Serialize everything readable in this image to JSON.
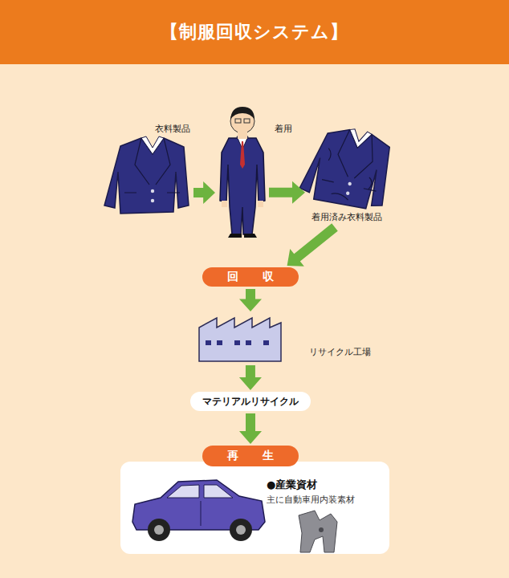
{
  "diagram": {
    "title": "【制服回収システム】",
    "nodes": [
      {
        "text": [
          "衣料製品"
        ]
      },
      {
        "text": [
          "着用"
        ]
      },
      {
        "text": [
          "着用済み衣料製品"
        ]
      },
      {
        "text": [
          "回収"
        ]
      },
      {
        "text": [
          "リサイクル工場"
        ]
      },
      {
        "text": [
          "マテリアルリサイクル"
        ]
      },
      {
        "text": [
          "再生"
        ]
      },
      {
        "text": [
          "●産業資材",
          "主に自動車用内装素材"
        ]
      }
    ],
    "edges": [
      {
        "from": 0,
        "to": 1,
        "arrow": "to"
      },
      {
        "from": 1,
        "to": 2,
        "arrow": "to"
      },
      {
        "from": 2,
        "to": 3,
        "arrow": "to"
      },
      {
        "from": 3,
        "to": 4,
        "arrow": "to"
      },
      {
        "from": 4,
        "to": 5,
        "arrow": "to"
      },
      {
        "from": 5,
        "to": 6,
        "arrow": "to"
      }
    ]
  }
}
